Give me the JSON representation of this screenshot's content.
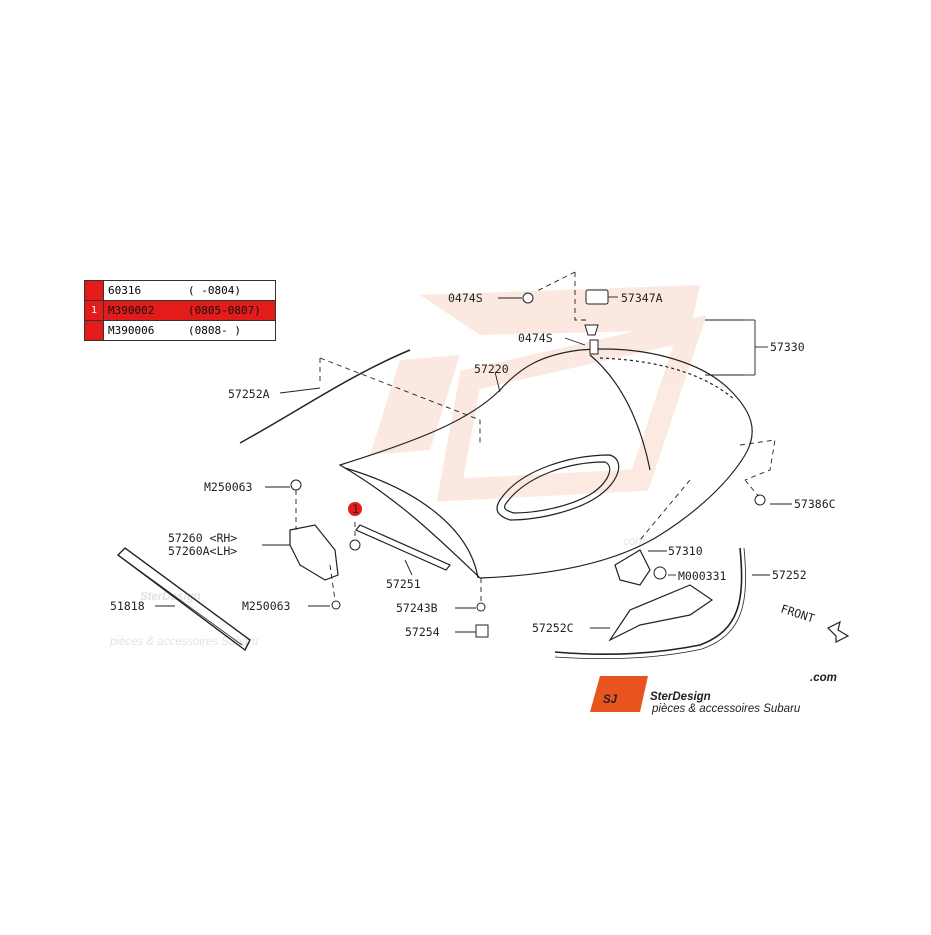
{
  "legend": {
    "rows": [
      {
        "code": "60316",
        "range": "(      -0804)",
        "marker": ""
      },
      {
        "code": "M390002",
        "range": "(0805-0807)",
        "marker": "1"
      },
      {
        "code": "M390006",
        "range": "(0808-     )",
        "marker": ""
      }
    ]
  },
  "parts": {
    "p0474s_a": "0474S",
    "p57347a": "57347A",
    "p0474s_b": "0474S",
    "p57330": "57330",
    "p57220": "57220",
    "p57252a": "57252A",
    "pm250063_a": "M250063",
    "p57260rh": "57260 <RH>",
    "p57260alh": "57260A<LH>",
    "p57251": "57251",
    "p51818": "51818",
    "pm250063_b": "M250063",
    "p57243b": "57243B",
    "p57254": "57254",
    "p57386c": "57386C",
    "p57310": "57310",
    "pm000331": "M000331",
    "p57252": "57252",
    "p57252c": "57252C",
    "front": "FRONT"
  },
  "callout_marker": "1",
  "brand": {
    "logo_mark": "SJ",
    "name": "SterDesign",
    "dotcom": ".com",
    "tagline": "pièces & accessoires Subaru",
    "watermark_tagline": "pièces & accessoires Subaru",
    "accent": "#e8541e",
    "red": "#e41b1b"
  }
}
